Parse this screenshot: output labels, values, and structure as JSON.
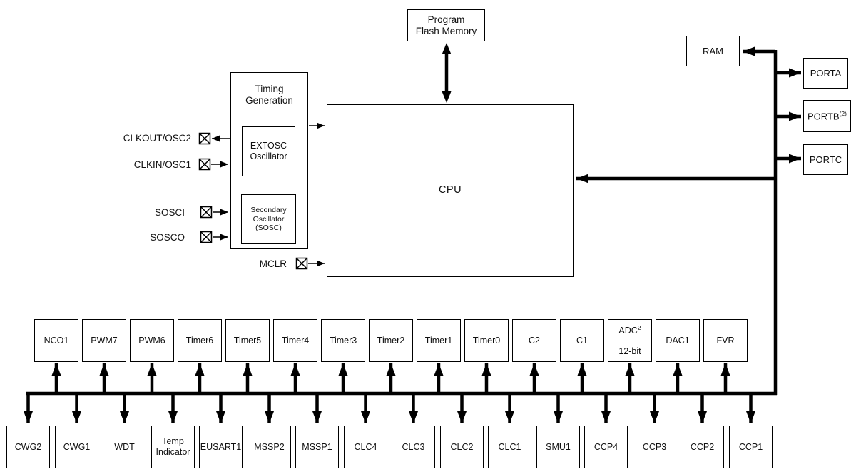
{
  "colors": {
    "line": "#000000",
    "text": "#111111",
    "background": "#ffffff",
    "box_fill": "#ffffff"
  },
  "boxes": {
    "program_flash_memory": "Program\nFlash Memory",
    "timing_generation": "Timing\nGeneration",
    "extosc_oscillator": "EXTOSC\nOscillator",
    "secondary_oscillator": "Secondary\nOscillator\n(SOSC)",
    "cpu": "CPU",
    "ram": "RAM",
    "porta": "PORTA",
    "portb": {
      "label": "PORTB",
      "sup": "(2)"
    },
    "portc": "PORTC"
  },
  "pins": {
    "clkout_osc2": "CLKOUT/OSC2",
    "clkin_osc1": "CLKIN/OSC1",
    "sosci": "SOSCI",
    "sosco": "SOSCO",
    "mclr": "MCLR"
  },
  "row_top": [
    "NCO1",
    "PWM7",
    "PWM6",
    "Timer6",
    "Timer5",
    "Timer4",
    "Timer3",
    "Timer2",
    "Timer1",
    "Timer0",
    "C2",
    "C1",
    {
      "line1": "ADC",
      "sup": "2",
      "line2": "12-bit"
    },
    "DAC1",
    "FVR"
  ],
  "row_bottom": [
    "CWG2",
    "CWG1",
    "WDT",
    "Temp\nIndicator",
    "EUSART1",
    "MSSP2",
    "MSSP1",
    "CLC4",
    "CLC3",
    "CLC2",
    "CLC1",
    "SMU1",
    "CCP4",
    "CCP3",
    "CCP2",
    "CCP1"
  ]
}
